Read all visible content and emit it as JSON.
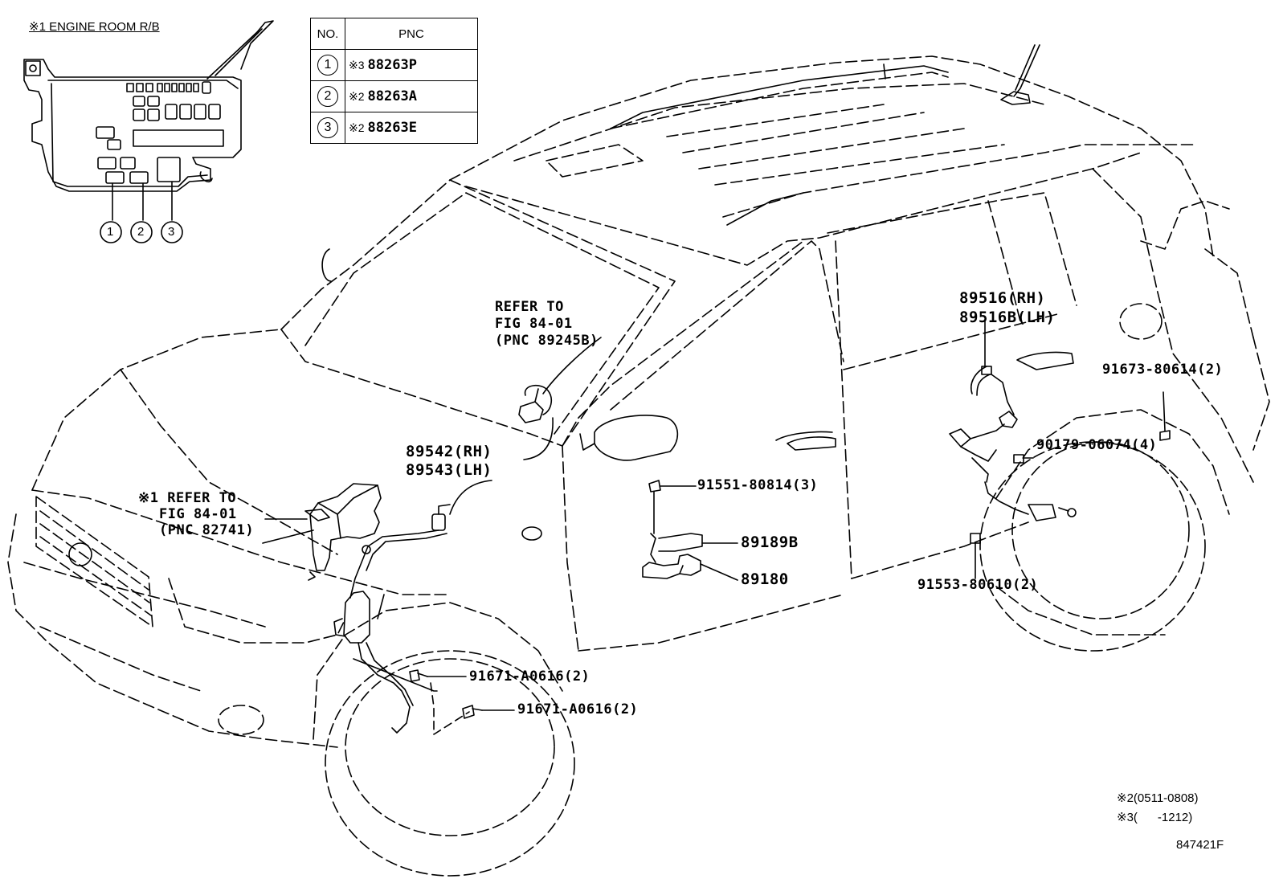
{
  "inset": {
    "title": "※1 ENGINE ROOM R/B",
    "callouts": [
      "1",
      "2",
      "3"
    ]
  },
  "pnc_table": {
    "headers": [
      "NO.",
      "PNC"
    ],
    "rows": [
      {
        "no": "1",
        "mark": "※3",
        "pnc": "88263P"
      },
      {
        "no": "2",
        "mark": "※2",
        "pnc": "88263A"
      },
      {
        "no": "3",
        "mark": "※2",
        "pnc": "88263E"
      }
    ]
  },
  "labels": {
    "refer1": [
      "REFER TO",
      "FIG 84-01",
      "(PNC 89245B)"
    ],
    "refer2": [
      "※1 REFER TO",
      "FIG 84-01",
      "(PNC 82741)"
    ],
    "front_sensor": [
      "89542(RH)",
      "89543(LH)"
    ],
    "rear_sensor": [
      "89516(RH)",
      "89516B(LH)"
    ],
    "bolt_rear_upper": "91673-80614(2)",
    "nut_rear": "90179-06074(4)",
    "bolt_center": "91551-80814(3)",
    "bracket": "89189B",
    "module": "89180",
    "bolt_rear_lower": "91553-80610(2)",
    "bolt_front_1": "91671-A0616(2)",
    "bolt_front_2": "91671-A0616(2)"
  },
  "notes": {
    "note2": "※2(0511-0808)",
    "note3": "※3(      -1212)",
    "figure_id": "847421F"
  }
}
